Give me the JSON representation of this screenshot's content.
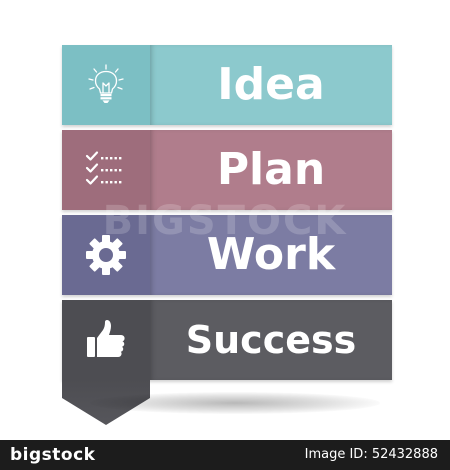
{
  "colors": {
    "idea_icon": "#7cbfc4",
    "idea_label": "#8cc9cd",
    "plan_icon": "#9e6d7c",
    "plan_label": "#b07d8c",
    "work_icon": "#6a6a92",
    "work_label": "#7c7ca3",
    "success_icon": "#4d4d52",
    "success_label": "#5c5c61",
    "footer": "#1c1c1c"
  },
  "items": [
    {
      "label": "Idea",
      "icon": "lightbulb-icon"
    },
    {
      "label": "Plan",
      "icon": "checklist-icon"
    },
    {
      "label": "Work",
      "icon": "gear-icon"
    },
    {
      "label": "Success",
      "icon": "thumbs-up-icon"
    }
  ],
  "watermark": "BIGSTOCK",
  "footer": {
    "brand": "bigstock",
    "image_id": "Image ID: 52432888"
  }
}
